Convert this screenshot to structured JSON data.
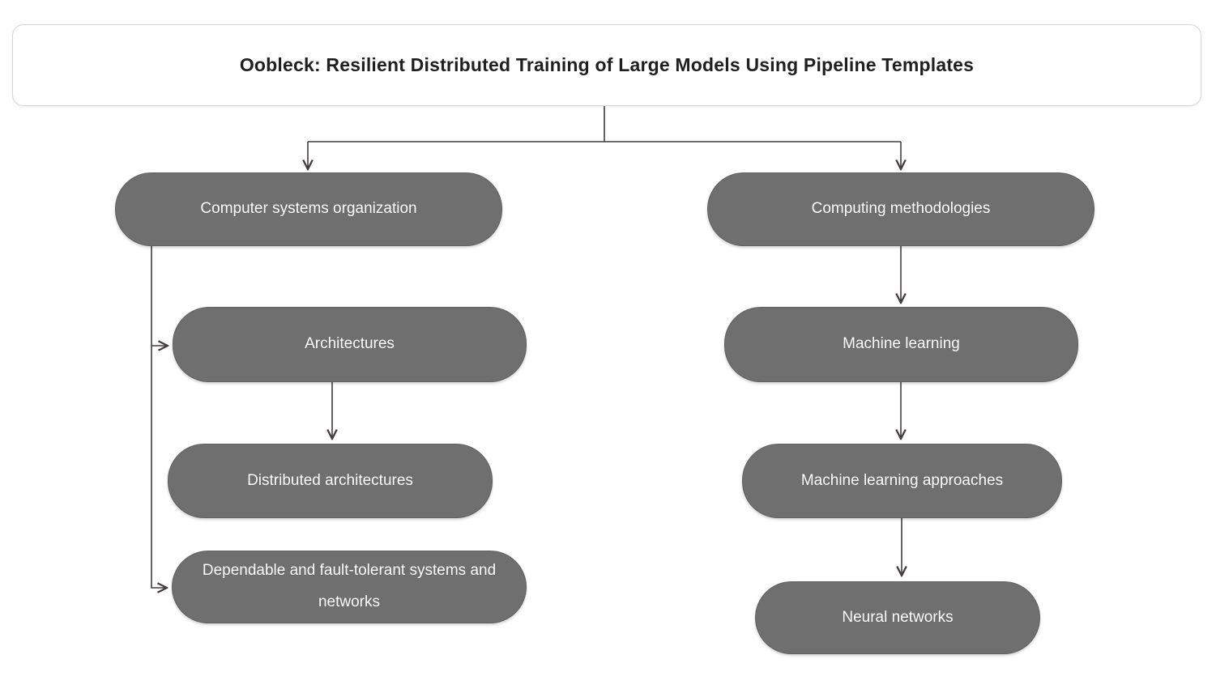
{
  "title": "Oobleck: Resilient Distributed Training of Large Models Using Pipeline Templates",
  "left_branch": {
    "root": "Computer systems organization",
    "children": [
      "Architectures",
      "Distributed architectures",
      "Dependable and fault-tolerant systems and networks"
    ]
  },
  "right_branch": {
    "root": "Computing methodologies",
    "children": [
      "Machine learning",
      "Machine learning approaches",
      "Neural networks"
    ]
  },
  "colors": {
    "background": "#ffffff",
    "node_fill": "#6f6f6f",
    "node_border": "#616161",
    "node_text": "#ffffff",
    "edge": "#433d3d",
    "title_text": "#1f1f1f",
    "title_border": "#d6d6d6"
  }
}
